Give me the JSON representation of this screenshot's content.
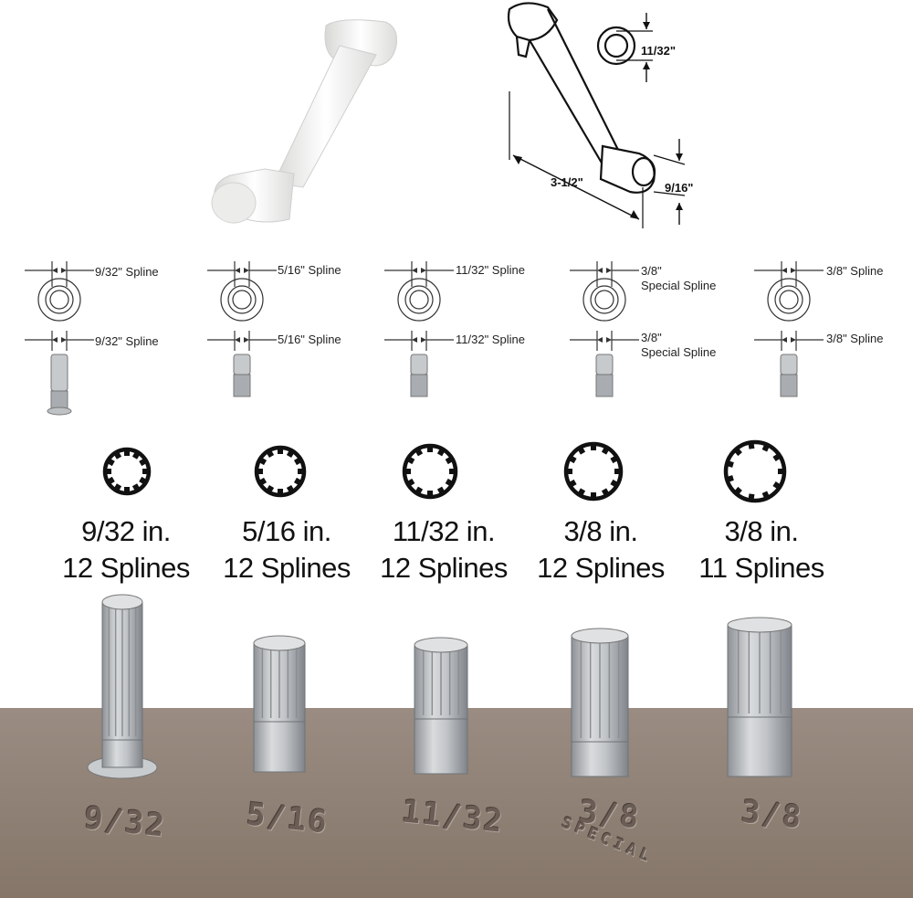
{
  "crank": {
    "dim_spline": "11/32\"",
    "dim_length": "3-1/2\"",
    "dim_knob": "9/16\""
  },
  "spline_diagrams": [
    {
      "top_label": "9/32\" Spline",
      "bottom_label": "9/32\" Spline"
    },
    {
      "top_label": "5/16\" Spline",
      "bottom_label": "5/16\" Spline"
    },
    {
      "top_label": "11/32\" Spline",
      "bottom_label": "11/32\" Spline"
    },
    {
      "top_label_line1": "3/8\"",
      "top_label_line2": "Special Spline",
      "bottom_label_line1": "3/8\"",
      "bottom_label_line2": "Special Spline"
    },
    {
      "top_label": "3/8\" Spline",
      "bottom_label": "3/8\" Spline"
    }
  ],
  "sizes": [
    {
      "size": "9/32 in.",
      "splines": "12 Splines",
      "spline_count": 12
    },
    {
      "size": "5/16 in.",
      "splines": "12 Splines",
      "spline_count": 12
    },
    {
      "size": "11/32 in.",
      "splines": "12 Splines",
      "spline_count": 12
    },
    {
      "size": "3/8 in.",
      "splines": "12 Splines",
      "spline_count": 12
    },
    {
      "size": "3/8 in.",
      "splines": "11 Splines",
      "spline_count": 11
    }
  ],
  "stamps": [
    {
      "text": "9/32"
    },
    {
      "text": "5/16"
    },
    {
      "text": "11/32"
    },
    {
      "text": "3/8",
      "sub": "SPECIAL"
    },
    {
      "text": "3/8"
    }
  ],
  "colors": {
    "board": "#8d7e74",
    "metal": "#b9bcbf",
    "crank_white": "#f2f2f0"
  }
}
